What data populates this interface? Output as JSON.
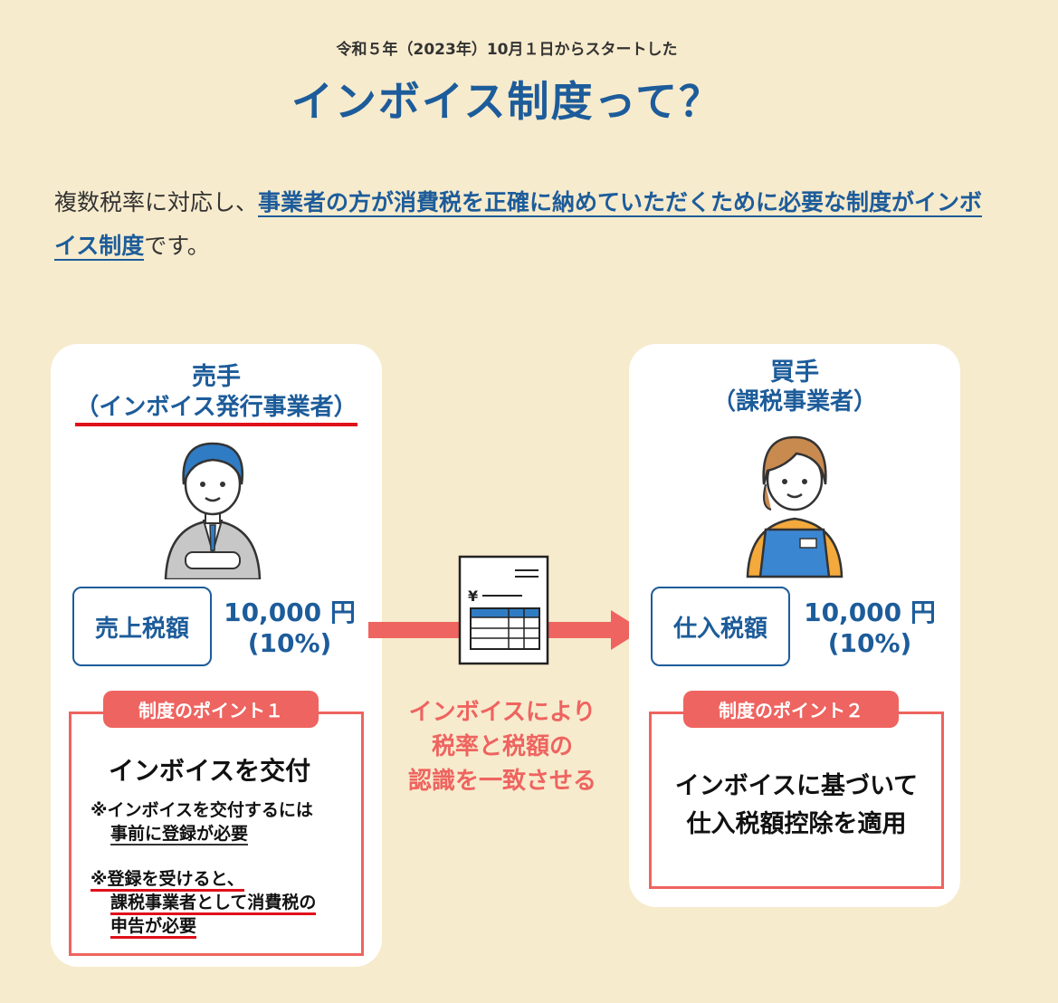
{
  "header": {
    "subtitle": "令和５年（2023年）10月１日からスタートした",
    "title": "インボイス制度って？"
  },
  "intro": {
    "prefix": "複数税率に対応し、",
    "highlight": "事業者の方が消費税を正確に納めていただくために必要な制度がインボイス制度",
    "suffix": "です。"
  },
  "seller": {
    "role": "売手",
    "role_detail": "（インボイス発行事業者）",
    "tax_label": "売上税額",
    "amount": "10,000 円",
    "rate": "(10%)",
    "point": {
      "tag": "制度のポイント１",
      "title": "インボイスを交付",
      "note1_line1": "※インボイスを交付するには",
      "note1_line2": "事前に登録が必要",
      "note2_line1": "※登録を受けると、",
      "note2_line2": "課税事業者として消費税の",
      "note2_line3": "申告が必要"
    }
  },
  "buyer": {
    "role": "買手",
    "role_detail": "（課税事業者）",
    "tax_label": "仕入税額",
    "amount": "10,000 円",
    "rate": "(10%)",
    "point": {
      "tag": "制度のポイント２",
      "title_line1": "インボイスに基づいて",
      "title_line2": "仕入税額控除を適用"
    }
  },
  "middle": {
    "invoice_symbol": "¥",
    "line1": "インボイスにより",
    "line2": "税率と税額の",
    "line3": "認識を一致させる"
  },
  "colors": {
    "background": "#f7ebcd",
    "blue": "#1d5c9a",
    "red": "#ee6460"
  }
}
